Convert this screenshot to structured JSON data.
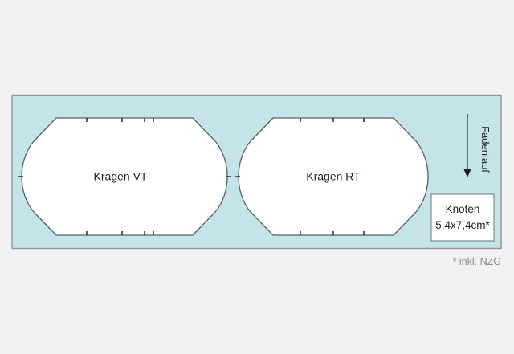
{
  "colors": {
    "page_background": "#f1f0f2",
    "fabric_fill": "#c5e4ea",
    "fabric_border": "#8a9699",
    "piece_fill": "#ffffff",
    "piece_outline": "#5a5f63",
    "notch": "#333333",
    "text": "#231f20",
    "footnote_text": "#8b8b90",
    "box_border": "#7f8b8e"
  },
  "fabric": {
    "name": "fabric-layout-area"
  },
  "pieces": [
    {
      "id": "kragen-vt",
      "label": "Kragen VT"
    },
    {
      "id": "kragen-rt",
      "label": "Kragen RT"
    }
  ],
  "grain": {
    "label": "Fadenlauf"
  },
  "note_box": {
    "line1": "Knoten",
    "line2": "5,4x7,4cm*"
  },
  "footnote": {
    "text": "* inkl. NZG"
  }
}
